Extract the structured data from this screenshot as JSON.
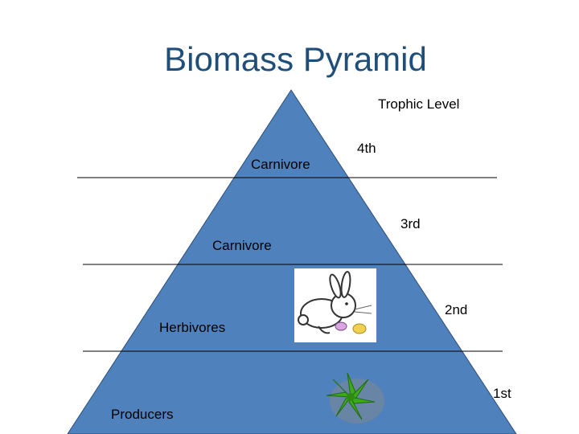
{
  "title": "Biomass Pyramid",
  "header_label": "Trophic Level",
  "levels": [
    {
      "level": "4th",
      "organism": "Carnivore"
    },
    {
      "level": "3rd",
      "organism": "Carnivore"
    },
    {
      "level": "2nd",
      "organism": "Herbivores"
    },
    {
      "level": "1st",
      "organism": "Producers"
    }
  ],
  "colors": {
    "pyramid_fill": "#4f81bd",
    "title": "#1f4e79",
    "divider": "#000000"
  },
  "icons": [
    "rabbit-icon",
    "plant-icon"
  ]
}
